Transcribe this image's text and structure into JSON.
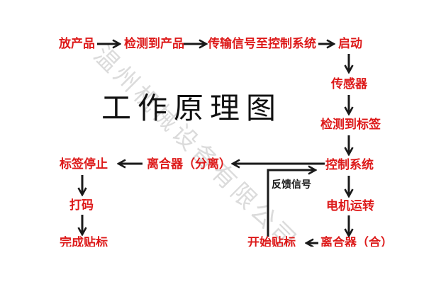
{
  "title": "工作原理图",
  "watermark": {
    "text": "温州机械设备有限公司"
  },
  "colors": {
    "label_red": "#dd1a1a",
    "arrow_black": "#1a1a1a",
    "watermark_gray": "#9a9a9a"
  },
  "nodes": [
    {
      "id": "place-product",
      "label": "放产品"
    },
    {
      "id": "detect-product",
      "label": "检测到产品"
    },
    {
      "id": "transmit-signal",
      "label": "传输信号至控制系统"
    },
    {
      "id": "start",
      "label": "启动"
    },
    {
      "id": "sensor",
      "label": "传感器"
    },
    {
      "id": "detect-label",
      "label": "检测到标签"
    },
    {
      "id": "control-system",
      "label": "控制系统"
    },
    {
      "id": "motor-run",
      "label": "电机运转"
    },
    {
      "id": "clutch-engage",
      "label": "离合器（合）"
    },
    {
      "id": "label-stop",
      "label": "标签停止"
    },
    {
      "id": "clutch-disengage",
      "label": "离合器（分离）"
    },
    {
      "id": "print-code",
      "label": "打码"
    },
    {
      "id": "finish-labeling",
      "label": "完成贴标"
    },
    {
      "id": "start-labeling",
      "label": "开始贴标"
    }
  ],
  "annotations": {
    "feedback_label": "反馈信号"
  }
}
